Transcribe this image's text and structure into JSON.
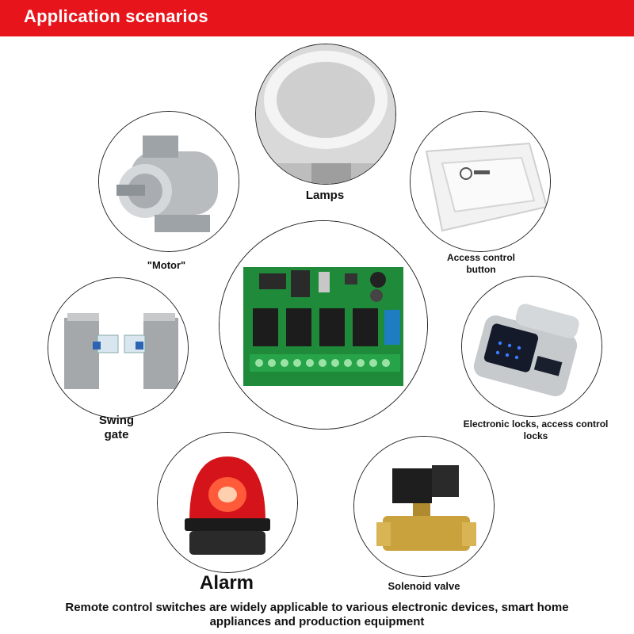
{
  "header": {
    "title": "Application scenarios",
    "banner_color": "#e8141b"
  },
  "scenarios": {
    "lamps": {
      "label": "Lamps",
      "icon": "lamp-icon"
    },
    "motor": {
      "label": "\"Motor\"",
      "icon": "motor-icon"
    },
    "access_button": {
      "label_line1": "Access control",
      "label_line2": "button",
      "icon": "access-button-icon"
    },
    "remote_module": {
      "icon": "relay-board-icon"
    },
    "swing_gate": {
      "label_line1": "Swing",
      "label_line2": "gate",
      "icon": "turnstile-icon"
    },
    "electronic_locks": {
      "label_line1": "Electronic locks, access control",
      "label_line2": "locks",
      "icon": "smart-lock-icon"
    },
    "alarm": {
      "label": "Alarm",
      "icon": "alarm-light-icon"
    },
    "solenoid_valve": {
      "label": "Solenoid valve",
      "icon": "solenoid-valve-icon"
    }
  },
  "footer": {
    "line1": "Remote control switches are widely applicable to various electronic devices, smart home",
    "line2": "appliances and production equipment"
  }
}
